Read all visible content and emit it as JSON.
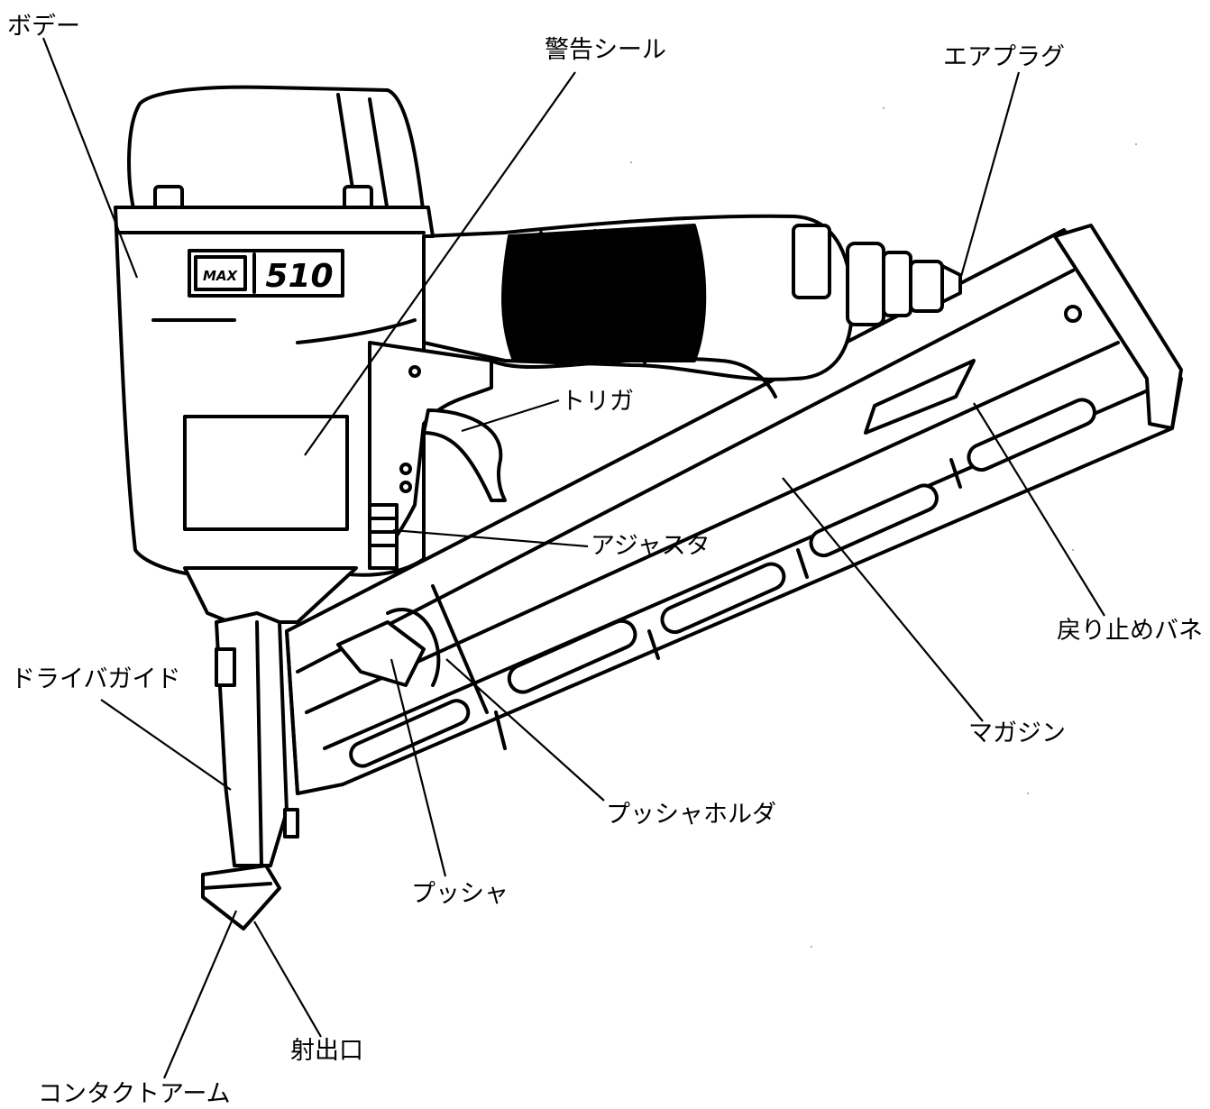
{
  "labels": {
    "body": "ボデー",
    "warning_seal": "警告シール",
    "air_plug": "エアプラグ",
    "trigger": "トリガ",
    "adjuster": "アジャスタ",
    "return_stop_spring": "戻り止めバネ",
    "driver_guide": "ドライバガイド",
    "magazine": "マガジン",
    "pusher_holder": "プッシャホルダ",
    "pusher": "プッシャ",
    "nose": "射出口",
    "contact_arm": "コンタクトアーム"
  },
  "logo": {
    "brand": "MAX",
    "model": "510"
  },
  "colors": {
    "ink": "#000000",
    "paper": "#ffffff"
  }
}
